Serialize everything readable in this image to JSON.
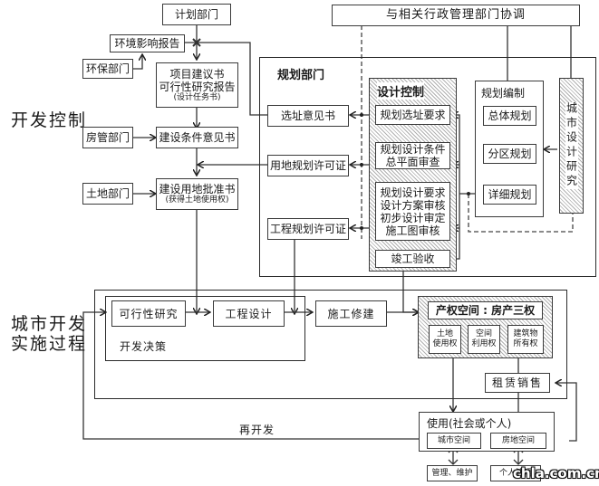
{
  "section_labels": {
    "development_control": "开发控制",
    "implementation_process": [
      "城市开发",
      "实施过程"
    ]
  },
  "top": {
    "planning_dept": "计划部门",
    "coordination": "与相关行政管理部门协调",
    "env_report": "环境影响报告",
    "env_dept": "环保部门",
    "project_proposal": [
      "项目建议书",
      "可行性研究报告",
      "(设计任务书)"
    ],
    "housing_dept": "房管部门",
    "construction_conditions": "建设条件意见书",
    "land_dept": "土地部门",
    "land_approval": [
      "建设用地批准书",
      "(获得土地使用权)"
    ]
  },
  "planning_department": {
    "title": "规划部门",
    "site_opinion": "选址意见书",
    "land_use_permit": "用地规划许可证",
    "engineering_permit": "工程规划许可证",
    "design_control": {
      "title": "设计控制",
      "steps": [
        [
          "规划选址要求"
        ],
        [
          "规划设计条件",
          "总平面审查"
        ],
        [
          "规划设计要求",
          "设计方案审核",
          "初步设计审定",
          "施工图审核"
        ],
        [
          "竣工验收"
        ]
      ]
    },
    "plan_making": {
      "title": "规划编制",
      "steps": [
        "总体规划",
        "分区规划",
        "详细规划"
      ]
    },
    "urban_design_research": "城市设计研究"
  },
  "implementation": {
    "feasibility_study": "可行性研究",
    "engineering_design": "工程设计",
    "dev_decision": "开发决策",
    "construction": "施工修建",
    "property_rights": {
      "title": "产权空间 : 房产三权",
      "items": [
        [
          "土地",
          "使用权"
        ],
        [
          "空间",
          "利用权"
        ],
        [
          "建筑物",
          "所有权"
        ]
      ]
    },
    "lease_sale": "租赁销售",
    "usage": {
      "title": "使用(社会或个人)",
      "public_space": "城市空间",
      "private_space": "房地空间",
      "public_mgmt": "管理、维护",
      "private_mgmt": "个人管理"
    },
    "redevelopment": "再开发"
  },
  "watermark": "chla.com.cn"
}
